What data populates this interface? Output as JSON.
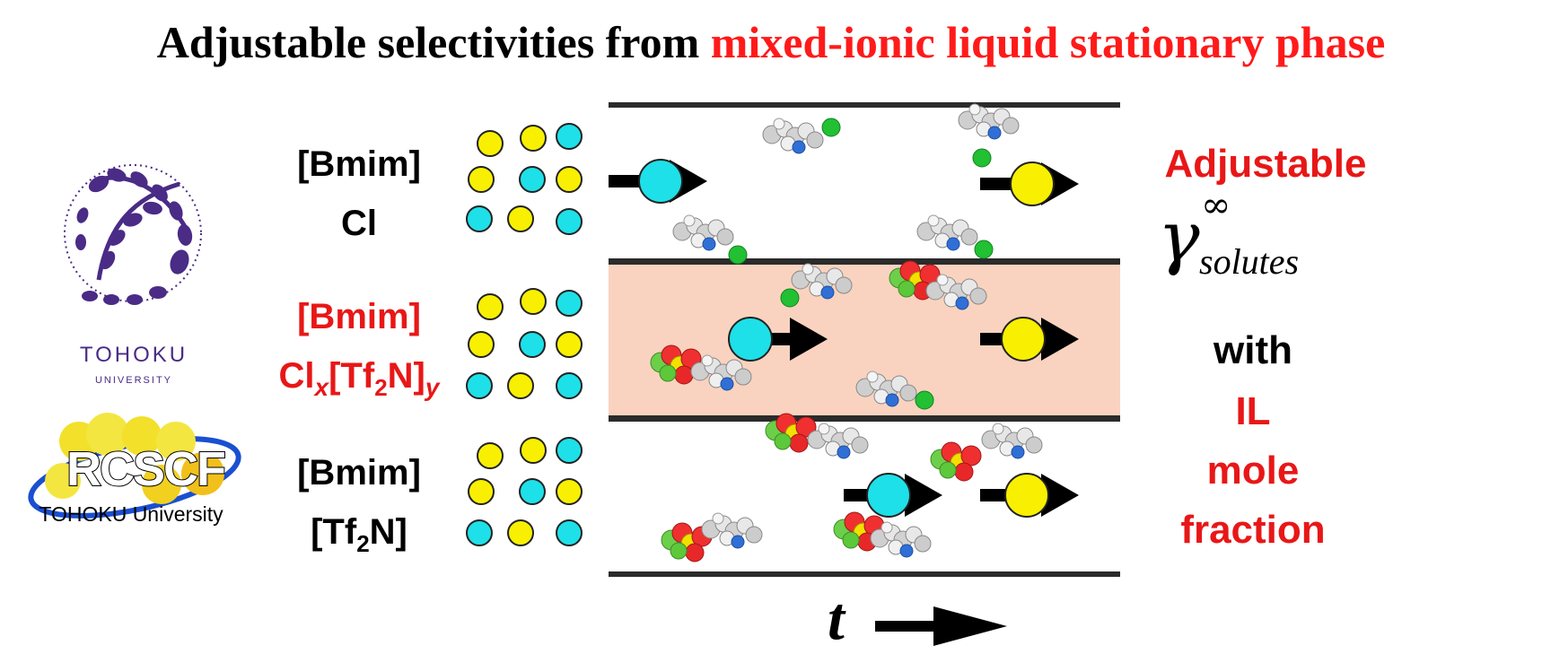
{
  "title": {
    "black": "Adjustable selectivities from",
    "red": "mixed-ionic liquid stationary phase"
  },
  "ionic_liquids": [
    {
      "line1": "[Bmim]",
      "line2": "Cl",
      "color": "#111111"
    },
    {
      "line1": "[Bmim]",
      "line2_base": "Cl",
      "line2_sub_x": "x",
      "line2_mid": "[Tf",
      "line2_sub_2": "2",
      "line2_end": "N]",
      "line2_sub_y": "y",
      "color": "#e81717"
    },
    {
      "line1": "[Bmim]",
      "line2_pre": "[Tf",
      "line2_sub": "2",
      "line2_post": "N]",
      "color": "#111111"
    }
  ],
  "right_text": {
    "adjustable": "Adjustable",
    "gamma": "γ",
    "inf": "∞",
    "solutes": "solutes",
    "with": "with",
    "il": "IL",
    "mole": "mole",
    "fraction": "fraction"
  },
  "axis": {
    "time_symbol": "t"
  },
  "logos": {
    "tohoku_name": "TOHOKU",
    "tohoku_sub": "UNIVERSITY",
    "rcscf_main": "RCSCF",
    "rcscf_sub": "TOHOKU University"
  },
  "colors": {
    "cyan": "#1ee0e8",
    "yellow": "#f8f000",
    "accent_red": "#e81717",
    "column_fill": "#f9d3c0",
    "purple": "#4a2b86"
  }
}
